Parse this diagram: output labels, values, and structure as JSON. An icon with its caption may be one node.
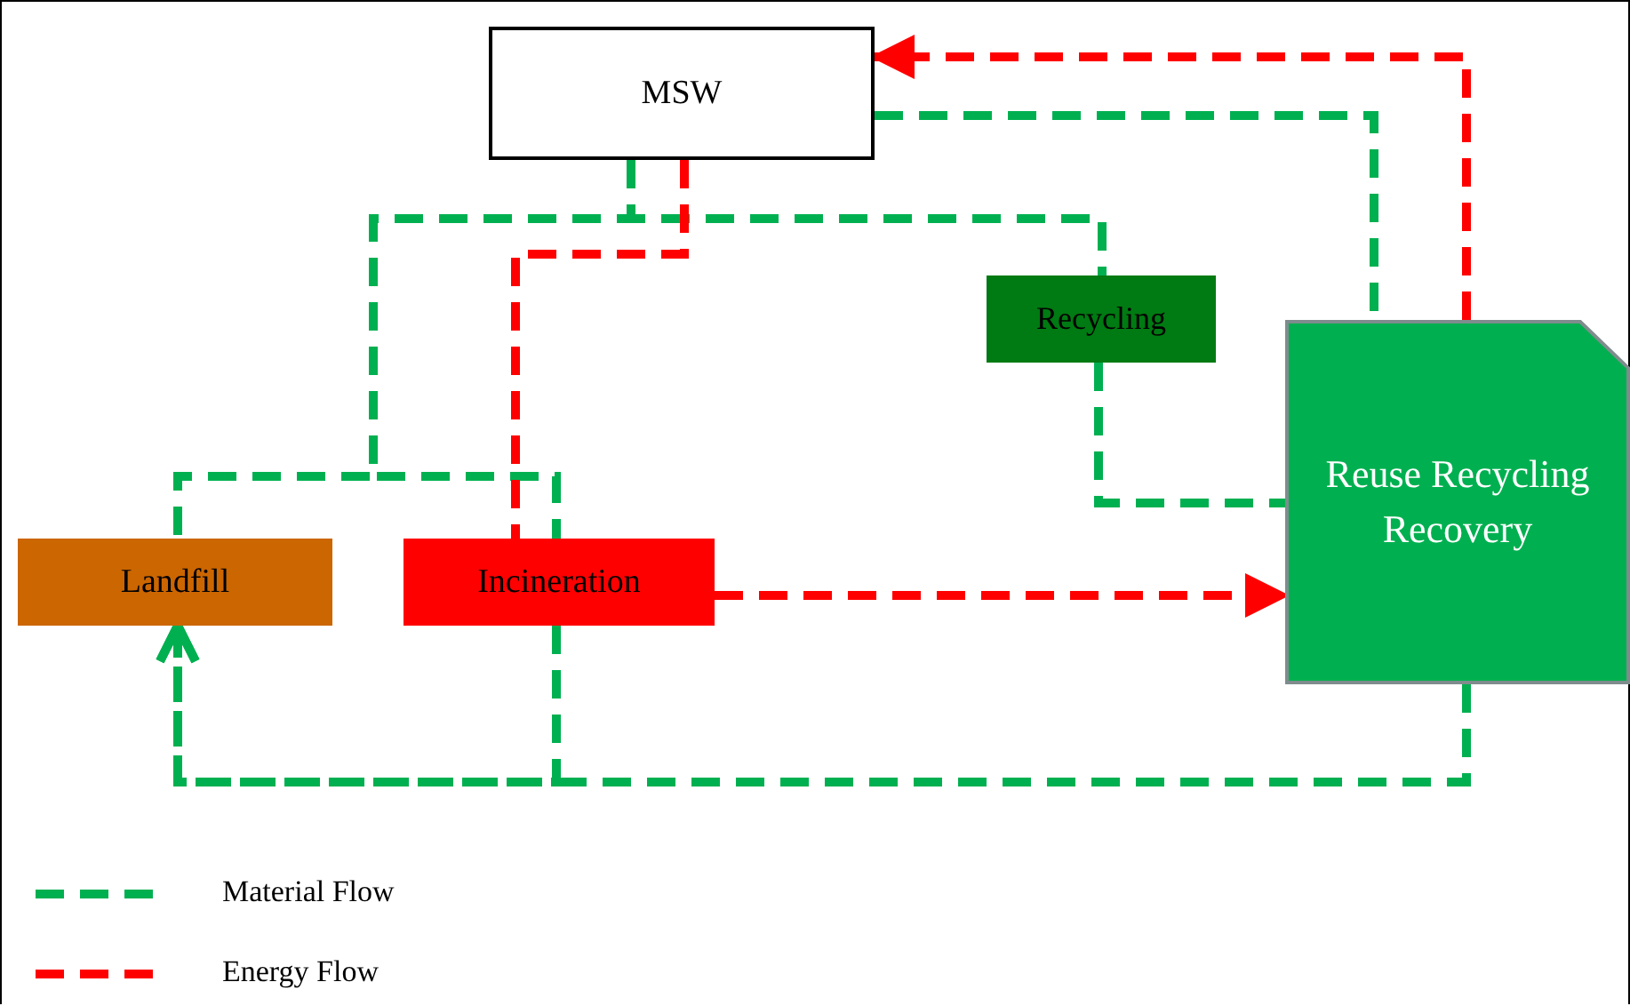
{
  "diagram": {
    "nodes": [
      {
        "text": [
          "MSW"
        ]
      },
      {
        "text": [
          "Recycling"
        ]
      },
      {
        "text": [
          "Landfill"
        ]
      },
      {
        "text": [
          "Incineration"
        ]
      },
      {
        "text": [
          "Reuse Recycling Recovery"
        ]
      }
    ],
    "edges": [
      {
        "from": 0,
        "to": 2,
        "arrow": "none",
        "style": "dashed"
      },
      {
        "from": 0,
        "to": 3,
        "arrow": "none",
        "style": "dashed"
      },
      {
        "from": 0,
        "to": 1,
        "arrow": "none",
        "style": "dashed"
      },
      {
        "from": 0,
        "to": 3,
        "arrow": "none",
        "style": "dashed",
        "color": "#ff0000"
      },
      {
        "from": 3,
        "to": 4,
        "arrow": "to",
        "style": "dashed",
        "color": "#ff0000"
      },
      {
        "from": 1,
        "to": 4,
        "arrow": "none",
        "style": "dashed"
      },
      {
        "from": 0,
        "to": 4,
        "arrow": "none",
        "style": "dashed"
      },
      {
        "from": 4,
        "to": 0,
        "arrow": "to",
        "style": "dashed",
        "color": "#ff0000"
      },
      {
        "from": 4,
        "to": 2,
        "arrow": "to",
        "style": "dashed"
      },
      {
        "from": 3,
        "to": 2,
        "arrow": "to",
        "style": "dashed"
      }
    ],
    "legend": [
      {
        "text": "Material Flow"
      },
      {
        "text": "Energy Flow"
      }
    ]
  }
}
